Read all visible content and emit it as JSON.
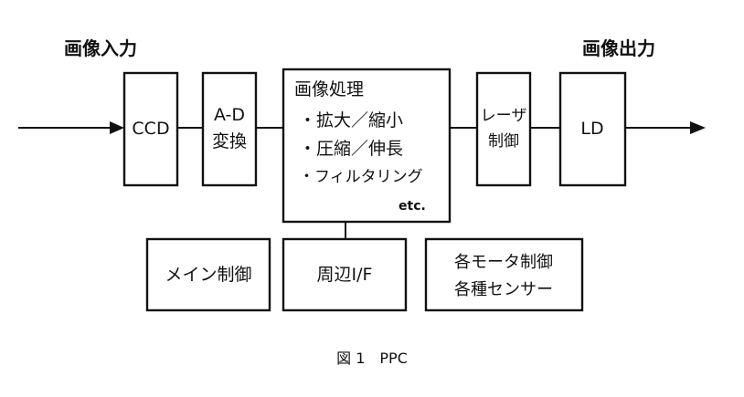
{
  "io": {
    "input_label": "画像入力",
    "output_label": "画像出力"
  },
  "blocks": {
    "ccd": "CCD",
    "ad": [
      "A-D",
      "変換"
    ],
    "processing": {
      "title": "画像処理",
      "items": [
        "・拡大／縮小",
        "・圧縮／伸長",
        "・フィルタリング"
      ],
      "etc": "etc."
    },
    "laser": [
      "レーザ",
      "制御"
    ],
    "ld": "LD",
    "main_control": "メイン制御",
    "peripheral_if": "周辺I/F",
    "motor_sensor": [
      "各モータ制御",
      "各種センサー"
    ]
  },
  "caption": "図 1　PPC"
}
